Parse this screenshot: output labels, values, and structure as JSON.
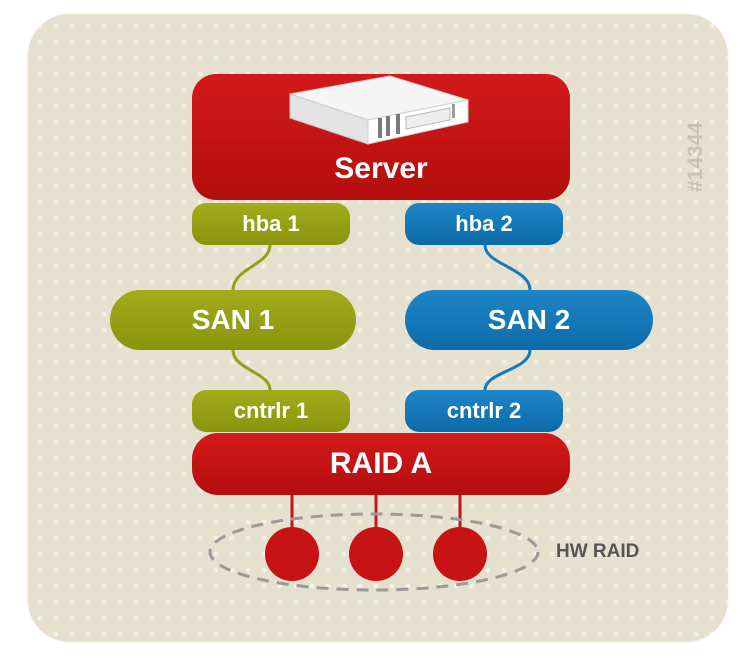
{
  "server": {
    "label": "Server",
    "icon": "server-icon"
  },
  "hba": [
    {
      "label": "hba 1"
    },
    {
      "label": "hba 2"
    }
  ],
  "san": [
    {
      "label": "SAN 1"
    },
    {
      "label": "SAN 2"
    }
  ],
  "controllers": [
    {
      "label": "cntrlr 1"
    },
    {
      "label": "cntrlr 2"
    }
  ],
  "raid": {
    "label": "RAID A"
  },
  "disks": {
    "count": 3,
    "group_label": "HW RAID"
  },
  "figure_id": "#14344",
  "colors": {
    "background": "#e6e0cf",
    "red": "#c71313",
    "olive": "#969f14",
    "blue": "#1479b8",
    "dashed_outline": "#9a9a9a"
  }
}
